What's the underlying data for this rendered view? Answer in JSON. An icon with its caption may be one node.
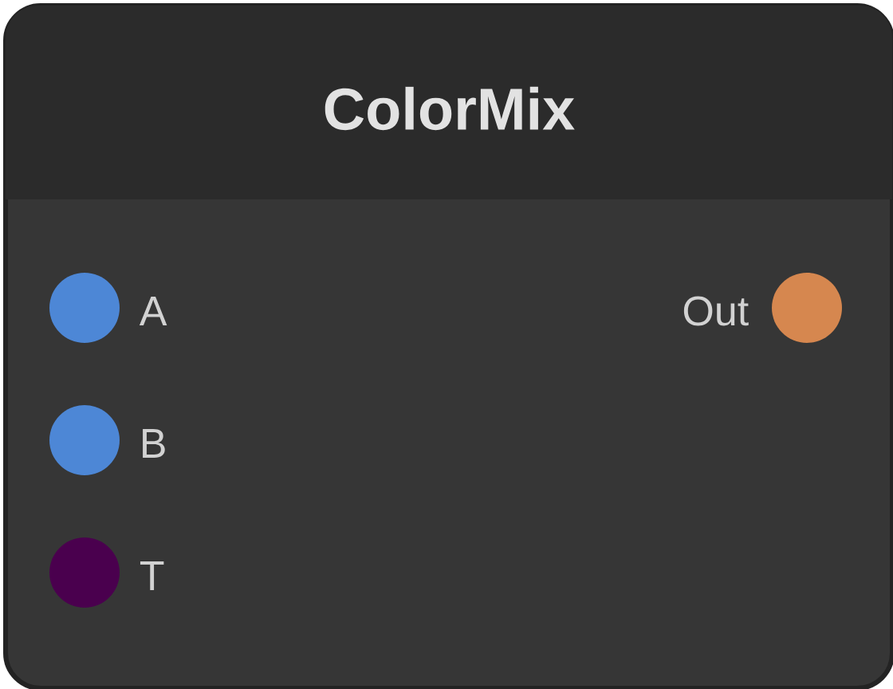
{
  "diagram": {
    "nodes": [
      {
        "text": [
          "ColorMix"
        ]
      },
      {
        "text": [],
        "shape": "circle",
        "beside": [
          "A"
        ],
        "in": 0
      },
      {
        "text": [],
        "shape": "circle",
        "beside": [
          "B"
        ],
        "in": 0
      },
      {
        "text": [],
        "shape": "circle",
        "beside": [
          "T"
        ],
        "in": 0
      },
      {
        "text": [],
        "shape": "circle",
        "beside": [
          "Out"
        ],
        "in": 0
      }
    ]
  }
}
